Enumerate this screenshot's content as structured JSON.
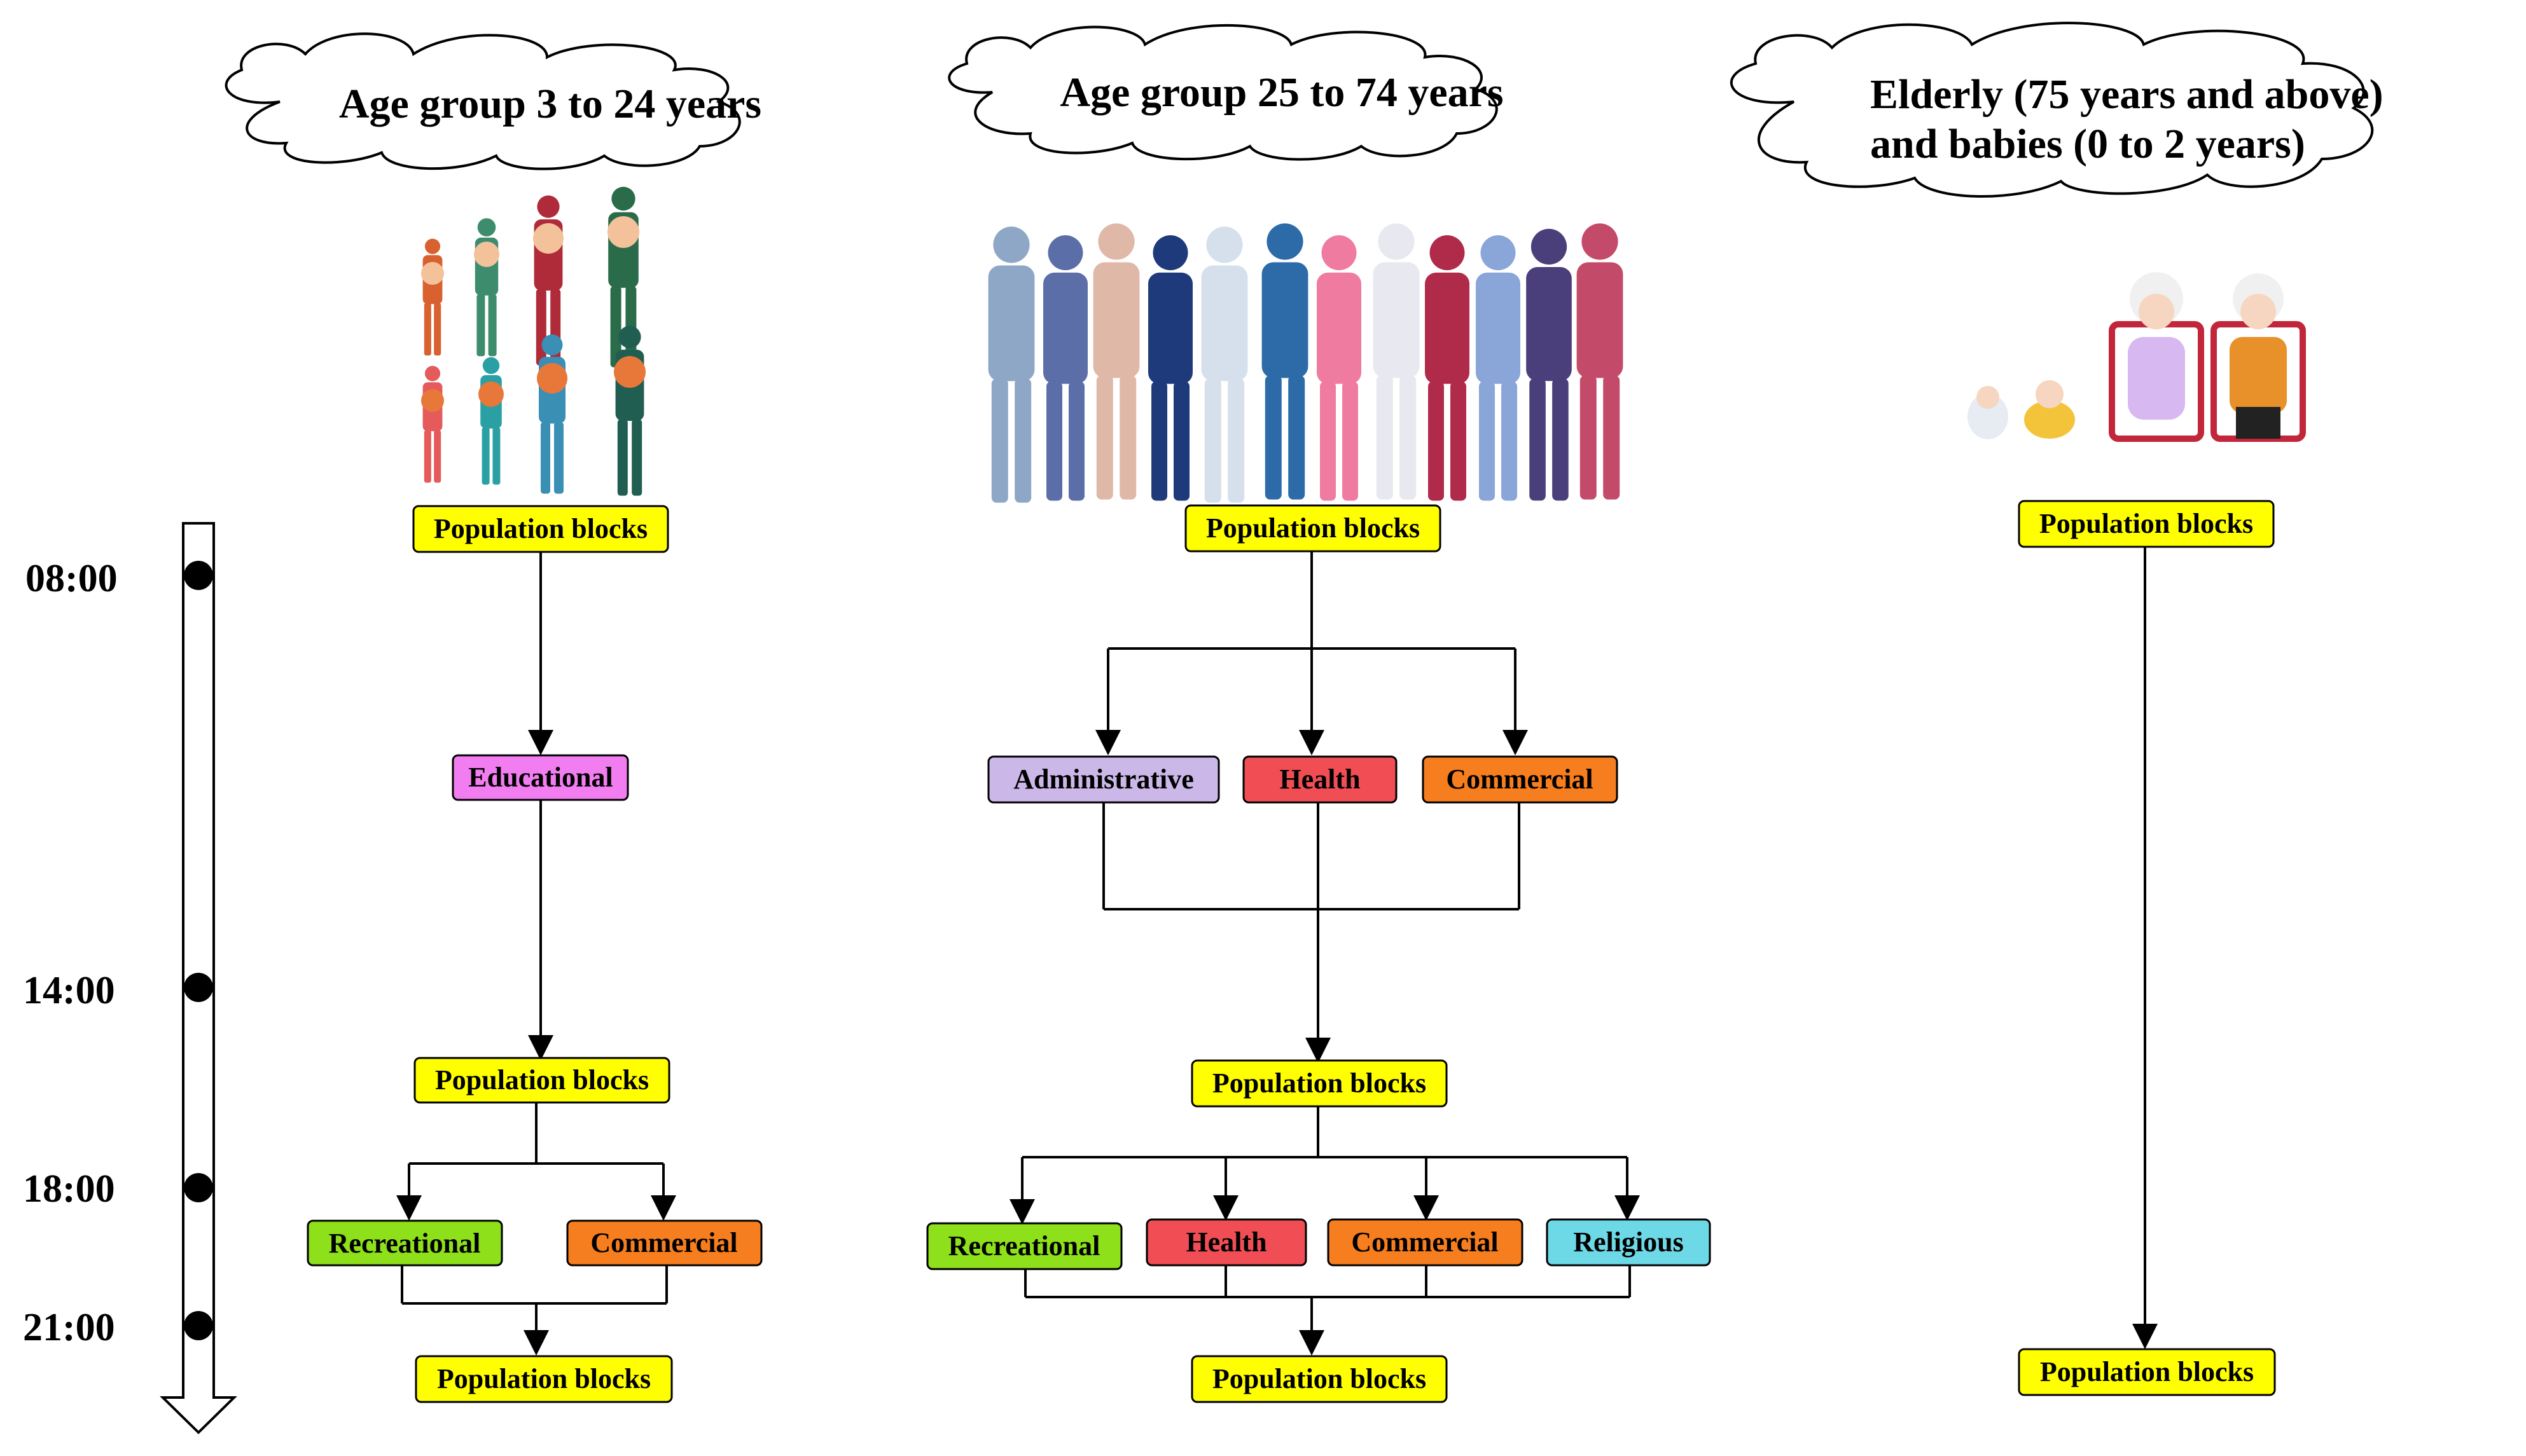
{
  "colors": {
    "population": "#ffff00",
    "educational": "#f27df0",
    "administrative": "#cbb8e8",
    "health": "#f04e54",
    "commercial": "#f77e1e",
    "recreational": "#8ee01a",
    "religious": "#6dd8e6"
  },
  "timeline": {
    "times": [
      "08:00",
      "14:00",
      "18:00",
      "21:00"
    ]
  },
  "groups": {
    "young": {
      "title": "Age group 3 to 24 years"
    },
    "adult": {
      "title": "Age group 25 to 74 years"
    },
    "elderly": {
      "title_line1": "Elderly (75 years and above)",
      "title_line2": "and babies (0 to 2 years)"
    }
  },
  "boxes": {
    "young_pop1": "Population blocks",
    "young_edu": "Educational",
    "young_pop2": "Population blocks",
    "young_rec": "Recreational",
    "young_com": "Commercial",
    "young_pop3": "Population blocks",
    "adult_pop1": "Population blocks",
    "adult_admin": "Administrative",
    "adult_health1": "Health",
    "adult_com1": "Commercial",
    "adult_pop2": "Population blocks",
    "adult_rec": "Recreational",
    "adult_health2": "Health",
    "adult_com2": "Commercial",
    "adult_rel": "Religious",
    "adult_pop3": "Population blocks",
    "eld_pop1": "Population blocks",
    "eld_pop2": "Population blocks"
  },
  "illustrations": {
    "young": "children-students-illustration",
    "adult": "adult-people-illustration",
    "elderly": "elderly-wheelchair-and-babies-illustration"
  }
}
